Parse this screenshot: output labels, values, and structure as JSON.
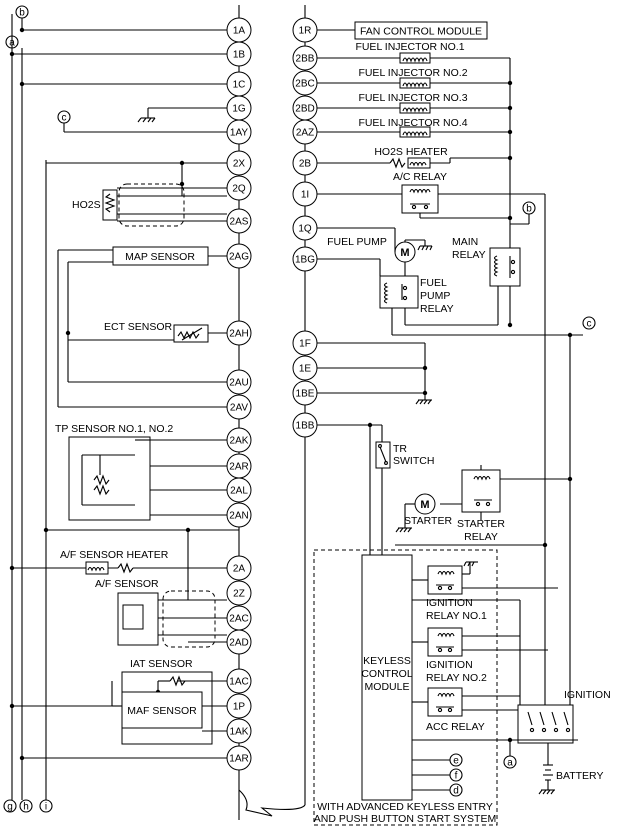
{
  "connector_pins": {
    "left": [
      {
        "id": "pin-1a",
        "label": "1A"
      },
      {
        "id": "pin-1b",
        "label": "1B"
      },
      {
        "id": "pin-1c",
        "label": "1C"
      },
      {
        "id": "pin-1g",
        "label": "1G"
      },
      {
        "id": "pin-1ay",
        "label": "1AY"
      },
      {
        "id": "pin-2x",
        "label": "2X"
      },
      {
        "id": "pin-2q",
        "label": "2Q"
      },
      {
        "id": "pin-2as",
        "label": "2AS"
      },
      {
        "id": "pin-2ag",
        "label": "2AG"
      },
      {
        "id": "pin-2ah",
        "label": "2AH"
      },
      {
        "id": "pin-2au",
        "label": "2AU"
      },
      {
        "id": "pin-2av",
        "label": "2AV"
      },
      {
        "id": "pin-2ak",
        "label": "2AK"
      },
      {
        "id": "pin-2ar",
        "label": "2AR"
      },
      {
        "id": "pin-2al",
        "label": "2AL"
      },
      {
        "id": "pin-2an",
        "label": "2AN"
      },
      {
        "id": "pin-2a",
        "label": "2A"
      },
      {
        "id": "pin-2z",
        "label": "2Z"
      },
      {
        "id": "pin-2ac",
        "label": "2AC"
      },
      {
        "id": "pin-2ad",
        "label": "2AD"
      },
      {
        "id": "pin-1ac",
        "label": "1AC"
      },
      {
        "id": "pin-1p",
        "label": "1P"
      },
      {
        "id": "pin-1ak",
        "label": "1AK"
      },
      {
        "id": "pin-1ar",
        "label": "1AR"
      }
    ],
    "right": [
      {
        "id": "pin-1r",
        "label": "1R"
      },
      {
        "id": "pin-2bb",
        "label": "2BB"
      },
      {
        "id": "pin-2bc",
        "label": "2BC"
      },
      {
        "id": "pin-2bd",
        "label": "2BD"
      },
      {
        "id": "pin-2az",
        "label": "2AZ"
      },
      {
        "id": "pin-2b",
        "label": "2B"
      },
      {
        "id": "pin-1i",
        "label": "1I"
      },
      {
        "id": "pin-1q",
        "label": "1Q"
      },
      {
        "id": "pin-1bg",
        "label": "1BG"
      },
      {
        "id": "pin-1f",
        "label": "1F"
      },
      {
        "id": "pin-1e",
        "label": "1E"
      },
      {
        "id": "pin-1be",
        "label": "1BE"
      },
      {
        "id": "pin-1bb",
        "label": "1BB"
      }
    ]
  },
  "labels": {
    "fan_control_module": "FAN CONTROL MODULE",
    "fuel_injector_1": "FUEL INJECTOR NO.1",
    "fuel_injector_2": "FUEL INJECTOR NO.2",
    "fuel_injector_3": "FUEL INJECTOR NO.3",
    "fuel_injector_4": "FUEL INJECTOR NO.4",
    "ho2s_heater": "HO2S HEATER",
    "ac_relay": "A/C RELAY",
    "fuel_pump": "FUEL PUMP",
    "fuel_pump_relay": [
      "FUEL",
      "PUMP",
      "RELAY"
    ],
    "main_relay": [
      "MAIN",
      "RELAY"
    ],
    "ho2s": "HO2S",
    "map_sensor": "MAP SENSOR",
    "ect_sensor": "ECT SENSOR",
    "tp_sensor": "TP SENSOR NO.1, NO.2",
    "af_sensor_heater": "A/F SENSOR HEATER",
    "af_sensor": "A/F SENSOR",
    "iat_sensor": "IAT SENSOR",
    "maf_sensor": "MAF SENSOR",
    "tr_switch": [
      "TR",
      "SWITCH"
    ],
    "starter": "STARTER",
    "starter_relay": [
      "STARTER",
      "RELAY"
    ],
    "keyless_control_module": [
      "KEYLESS",
      "CONTROL",
      "MODULE"
    ],
    "ignition_relay_1": [
      "IGNITION",
      "RELAY NO.1"
    ],
    "ignition_relay_2": [
      "IGNITION",
      "RELAY NO.2"
    ],
    "acc_relay": "ACC RELAY",
    "ignition": "IGNITION",
    "battery": "BATTERY",
    "keyless_note": [
      "WITH ADVANCED KEYLESS ENTRY",
      "AND PUSH BUTTON START SYSTEM"
    ],
    "motor_symbol": "M"
  },
  "connector_refs": {
    "a": "a",
    "b": "b",
    "c": "c",
    "d": "d",
    "e": "e",
    "f": "f",
    "g": "g",
    "h": "h",
    "i": "i"
  }
}
